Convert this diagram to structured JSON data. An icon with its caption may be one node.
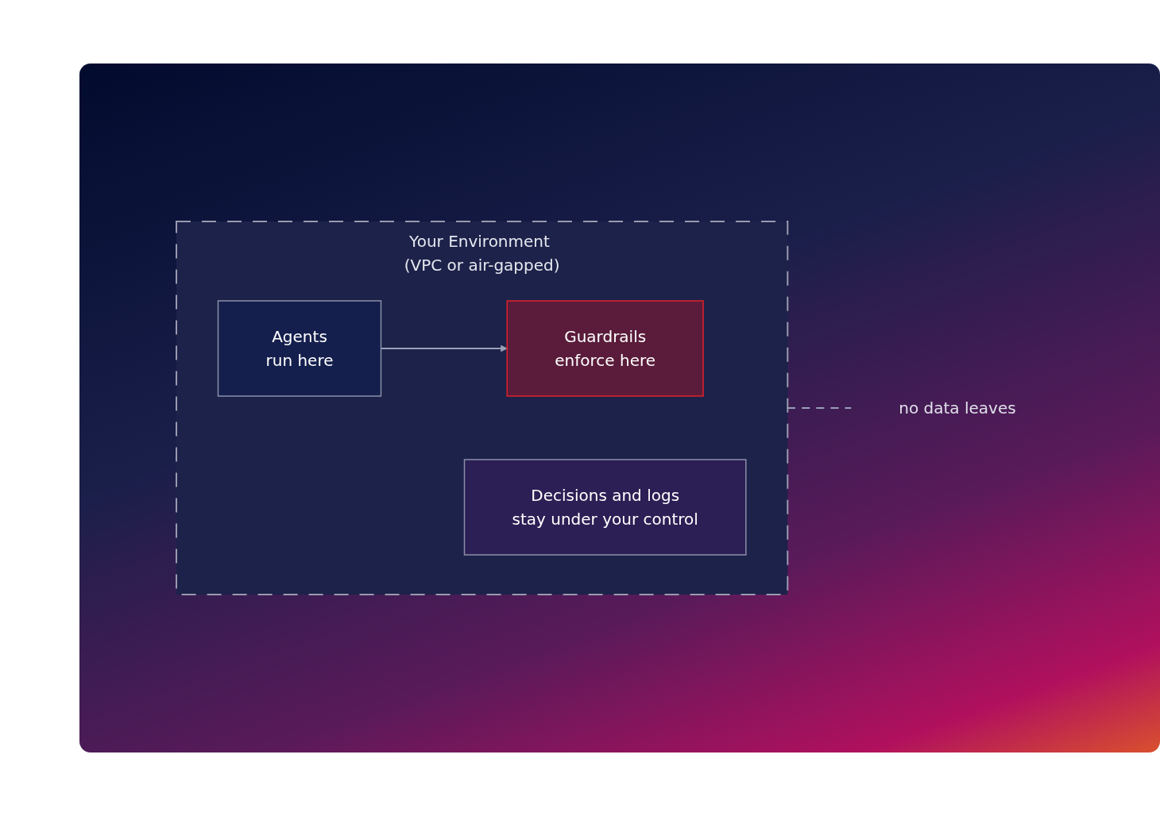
{
  "diagram": {
    "nodes": [
      {
        "text": [
          "Your Environment (VPC or air-gapped)"
        ]
      },
      {
        "text": [
          "Agents",
          "run here"
        ],
        "in": 0
      },
      {
        "text": [
          "Guardrails",
          "enforce here"
        ],
        "in": 0
      },
      {
        "text": [
          "Decisions and logs",
          "stay under your control"
        ],
        "in": 0
      },
      {
        "text": [
          "no data leaves"
        ]
      }
    ],
    "edges": [
      {
        "from": 1,
        "to": 2,
        "arrow": "to"
      },
      {
        "from": 0,
        "to": 4,
        "arrow": "none",
        "style": "dashed"
      }
    ]
  }
}
